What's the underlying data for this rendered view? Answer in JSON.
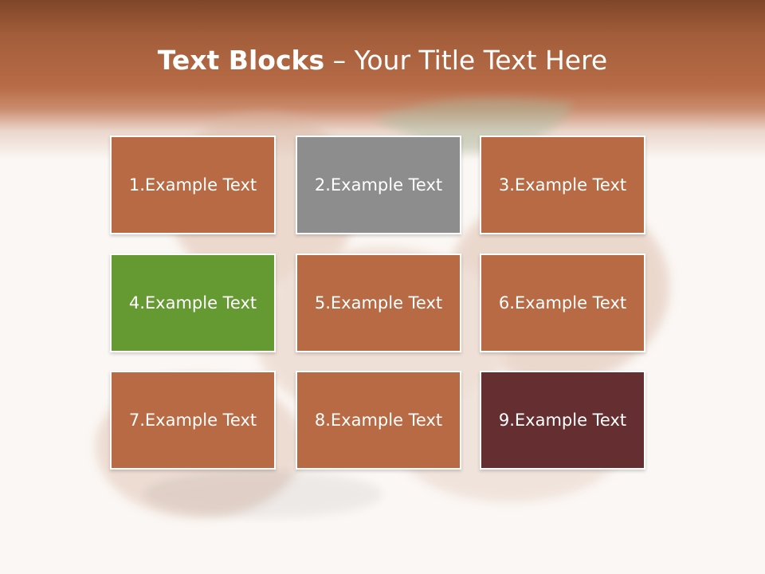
{
  "title": {
    "bold": "Text Blocks",
    "separator": " – ",
    "rest": "Your Title Text Here"
  },
  "blocks": [
    {
      "label": "1.Example Text",
      "color": "#b86a44"
    },
    {
      "label": "2.Example Text",
      "color": "#8d8d8d"
    },
    {
      "label": "3.Example Text",
      "color": "#b86a44"
    },
    {
      "label": "4.Example Text",
      "color": "#659a33"
    },
    {
      "label": "5.Example Text",
      "color": "#b86a44"
    },
    {
      "label": "6.Example Text",
      "color": "#b86a44"
    },
    {
      "label": "7.Example Text",
      "color": "#b86a44"
    },
    {
      "label": "8.Example Text",
      "color": "#b86a44"
    },
    {
      "label": "9.Example Text",
      "color": "#652f31"
    }
  ],
  "colors": {
    "header_dark": "#7e4628",
    "header_mid": "#b86c47",
    "background": "#fbf7f4"
  }
}
